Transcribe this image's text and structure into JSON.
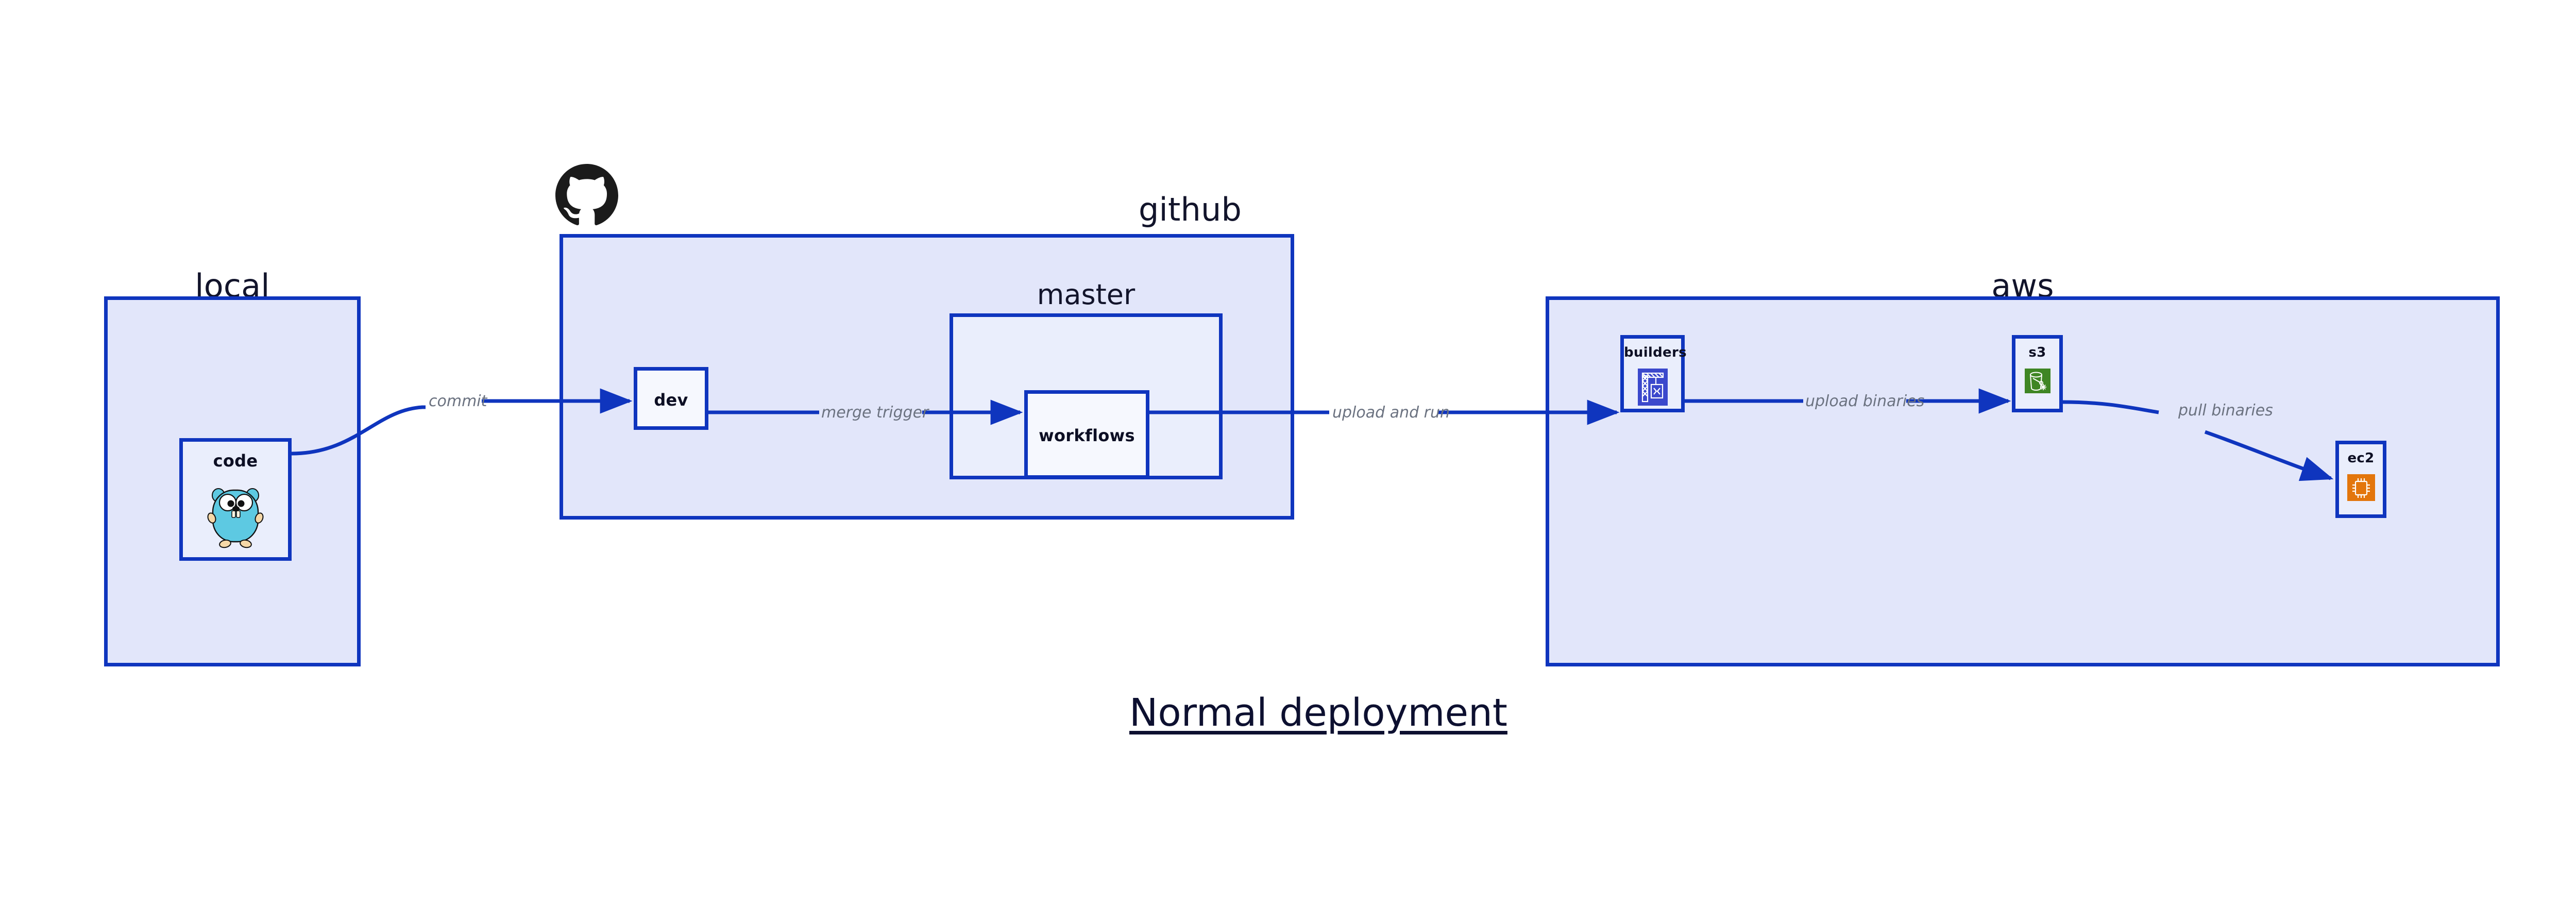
{
  "diagram": {
    "title": "Normal deployment",
    "accent_color": "#0f35be",
    "group_fill": "#e2e6fa",
    "node_fill": "#eaeefc",
    "label_color": "#6b7280"
  },
  "groups": [
    {
      "id": "local",
      "label": "local"
    },
    {
      "id": "github",
      "label": "github"
    },
    {
      "id": "aws",
      "label": "aws"
    }
  ],
  "subgroups": [
    {
      "id": "master",
      "label": "master"
    }
  ],
  "nodes": [
    {
      "id": "code",
      "label": "code",
      "icon": "go-gopher-icon",
      "icon_color": "#5dc9e2"
    },
    {
      "id": "dev",
      "label": "dev",
      "icon": "none",
      "icon_color": ""
    },
    {
      "id": "workflows",
      "label": "workflows",
      "icon": "none",
      "icon_color": ""
    },
    {
      "id": "builders",
      "label": "builders",
      "icon": "aws-codebuild-icon",
      "icon_color": "#3b48cc"
    },
    {
      "id": "s3",
      "label": "s3",
      "icon": "aws-s3-icon",
      "icon_color": "#3f8624"
    },
    {
      "id": "ec2",
      "label": "ec2",
      "icon": "aws-ec2-icon",
      "icon_color": "#e3760c"
    }
  ],
  "edges": [
    {
      "id": "code-to-dev",
      "from": "code",
      "to": "dev",
      "label": "commit"
    },
    {
      "id": "dev-to-workflows",
      "from": "dev",
      "to": "workflows",
      "label": "merge trigger"
    },
    {
      "id": "workflows-to-builders",
      "from": "workflows",
      "to": "builders",
      "label": "upload and run"
    },
    {
      "id": "builders-to-s3",
      "from": "builders",
      "to": "s3",
      "label": "upload binaries"
    },
    {
      "id": "s3-to-ec2",
      "from": "s3",
      "to": "ec2",
      "label": "pull binaries"
    }
  ],
  "logos": [
    {
      "id": "github-logo",
      "name": "github-octocat-icon",
      "color": "#1b1b1b"
    }
  ]
}
